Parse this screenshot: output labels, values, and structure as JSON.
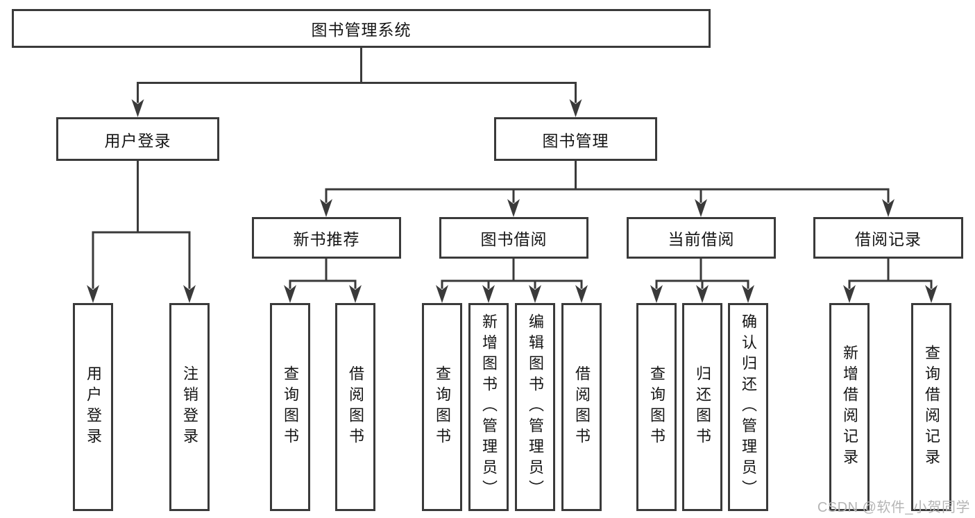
{
  "diagram_title": "图书管理系统",
  "tree": {
    "root": {
      "label": "图书管理系统",
      "children": [
        {
          "label": "用户登录",
          "children": [
            {
              "label": "用户登录"
            },
            {
              "label": "注销登录"
            }
          ]
        },
        {
          "label": "图书管理",
          "children": [
            {
              "label": "新书推荐",
              "children": [
                {
                  "label": "查询图书"
                },
                {
                  "label": "借阅图书"
                }
              ]
            },
            {
              "label": "图书借阅",
              "children": [
                {
                  "label": "查询图书"
                },
                {
                  "label": "新增图书（管理员）"
                },
                {
                  "label": "编辑图书（管理员）"
                },
                {
                  "label": "借阅图书"
                }
              ]
            },
            {
              "label": "当前借阅",
              "children": [
                {
                  "label": "查询图书"
                },
                {
                  "label": "归还图书"
                },
                {
                  "label": "确认归还（管理员）"
                }
              ]
            },
            {
              "label": "借阅记录",
              "children": [
                {
                  "label": "新增借阅记录"
                },
                {
                  "label": "查询借阅记录"
                }
              ]
            }
          ]
        }
      ]
    }
  },
  "watermark": {
    "text": "CSDN @软件_小贺同学"
  },
  "colors": {
    "line": "#3a3a3a",
    "box_fill": "#ffffff",
    "text": "#151515",
    "watermark": "#b5b5b5",
    "background": "#ffffff"
  }
}
